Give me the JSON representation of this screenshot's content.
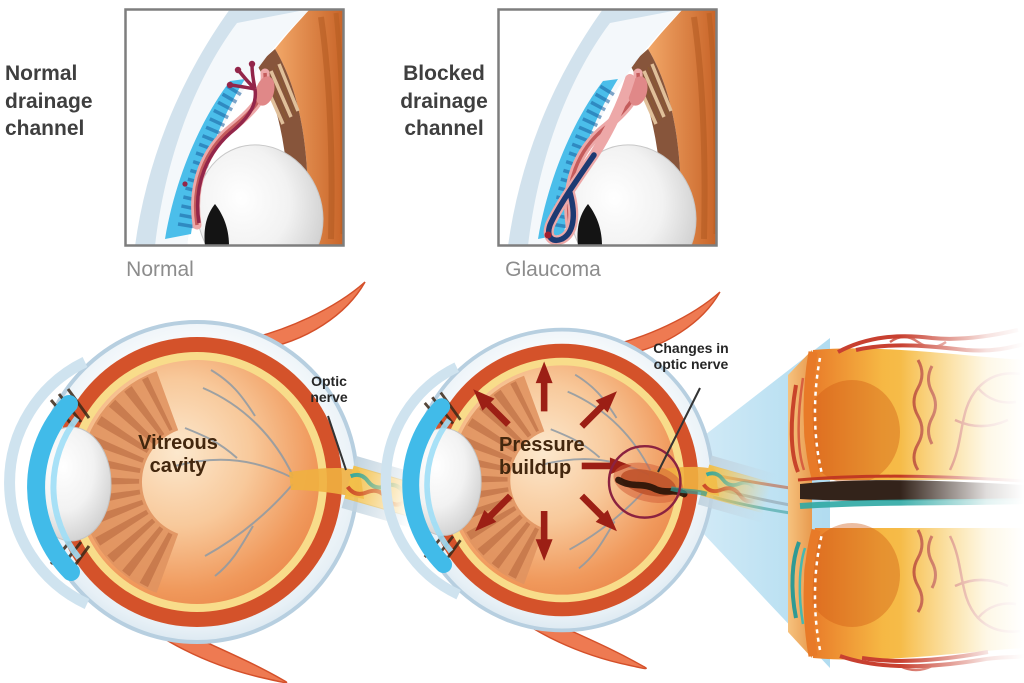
{
  "figure": {
    "title_implied": "Normal eye vs Glaucoma eye anatomy comparison"
  },
  "labels": {
    "normal_drainage": "Normal\ndrainage\nchannel",
    "blocked_drainage": "Blocked\ndrainage\nchannel",
    "caption_normal": "Normal",
    "caption_glaucoma": "Glaucoma",
    "vitreous_cavity": "Vitreous\ncavity",
    "optic_nerve": "Optic\nnerve",
    "pressure_buildup": "Pressure\nbuildup",
    "changes_in_optic_nerve": "Changes in\noptic nerve"
  },
  "colors": {
    "label_dark": "#3f3f3f",
    "caption_gray": "#8c8c8c",
    "inner_text_brown": "#43270e",
    "box_border": "#7e7e7e",
    "sclera_blue": "#b7cfe0",
    "choroid_red": "#d4522a",
    "retina_yellow": "#f8dc8a",
    "vitreous_orange": "#ef8a4a",
    "cornea_cyan": "#41bbe9",
    "muscle_red": "#ee7a52",
    "pressure_arrow_red": "#9c1f15",
    "damage_circle_maroon": "#8b2240",
    "magnifier_cone_blue": "#b9ddf0",
    "nerve_tissue_yellow": "#f6b844",
    "vessel_red": "#c0392b",
    "vessel_teal": "#2fa8a4",
    "drainage_vessel_maroon": "#93264a",
    "blocked_loop_navy": "#1d3a72"
  }
}
